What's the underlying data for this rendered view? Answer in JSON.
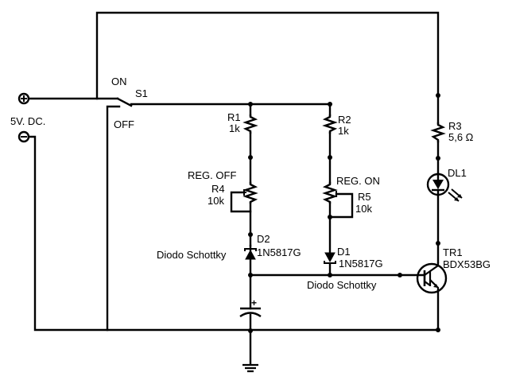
{
  "schematic": {
    "power": {
      "label": "5V. DC.",
      "positive_symbol": "+",
      "negative_symbol": "-"
    },
    "switch": {
      "ref": "S1",
      "on_label": "ON",
      "off_label": "OFF"
    },
    "r1": {
      "ref": "R1",
      "value": "1k"
    },
    "r2": {
      "ref": "R2",
      "value": "1k"
    },
    "r3": {
      "ref": "R3",
      "value": "5,6 Ω"
    },
    "r4": {
      "ref": "R4",
      "value": "10k",
      "label": "REG. OFF"
    },
    "r5": {
      "ref": "R5",
      "value": "10k",
      "label": "REG. ON"
    },
    "d1": {
      "ref": "D1",
      "value": "1N5817G",
      "label": "Diodo Schottky"
    },
    "d2": {
      "ref": "D2",
      "value": "1N5817G",
      "label": "Diodo Schottky"
    },
    "dl1": {
      "ref": "DL1"
    },
    "tr1": {
      "ref": "TR1",
      "value": "BDX53BG"
    },
    "capacitor": {
      "polarity": "+"
    }
  }
}
